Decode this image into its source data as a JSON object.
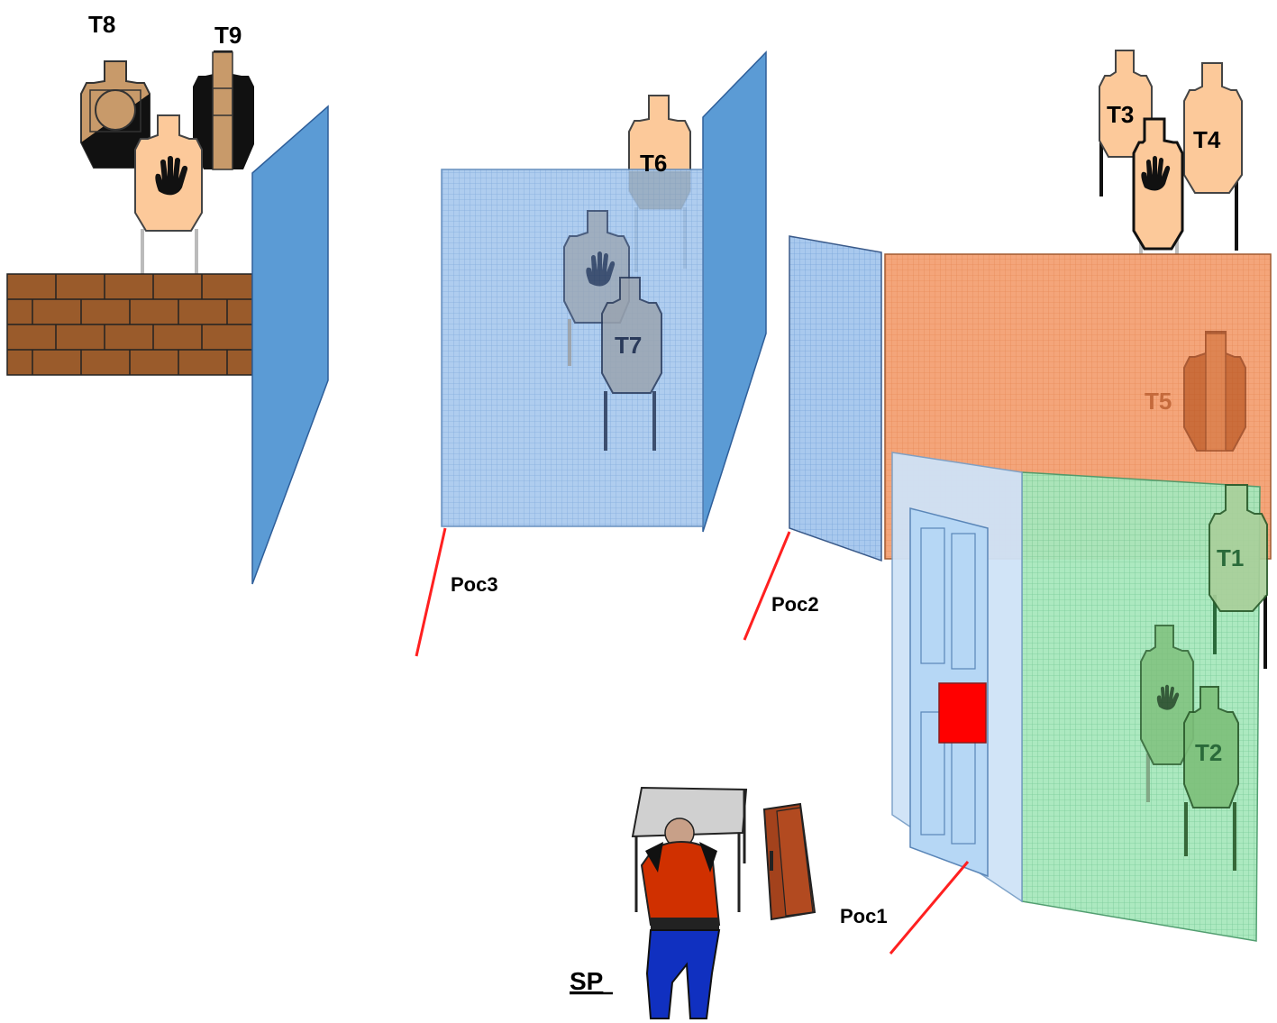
{
  "targets": {
    "t1": "T1",
    "t2": "T2",
    "t3": "T3",
    "t4": "T4",
    "t5": "T5",
    "t6": "T6",
    "t7": "T7",
    "t8": "T8",
    "t9": "T9"
  },
  "positions": {
    "poc1": "Poc1",
    "poc2": "Poc2",
    "poc3": "Poc3"
  },
  "start_position": "SP",
  "colors": {
    "wall_blue": "#5b9bd5",
    "mesh_blue": "#a9c9ee",
    "mesh_orange": "#f4a57a",
    "mesh_green": "#9ee3b5",
    "door_light": "#cfe3f7",
    "brick": "#9a5b2b",
    "target_paper": "#fcc99a",
    "target_cardboard": "#c89a6a",
    "no_shoot_black": "#111111",
    "shooter_shirt": "#d03000",
    "shooter_pants": "#1030c0",
    "door_red_square": "#ff0000",
    "poc_line": "#ff2020",
    "small_door": "#a3421c"
  }
}
